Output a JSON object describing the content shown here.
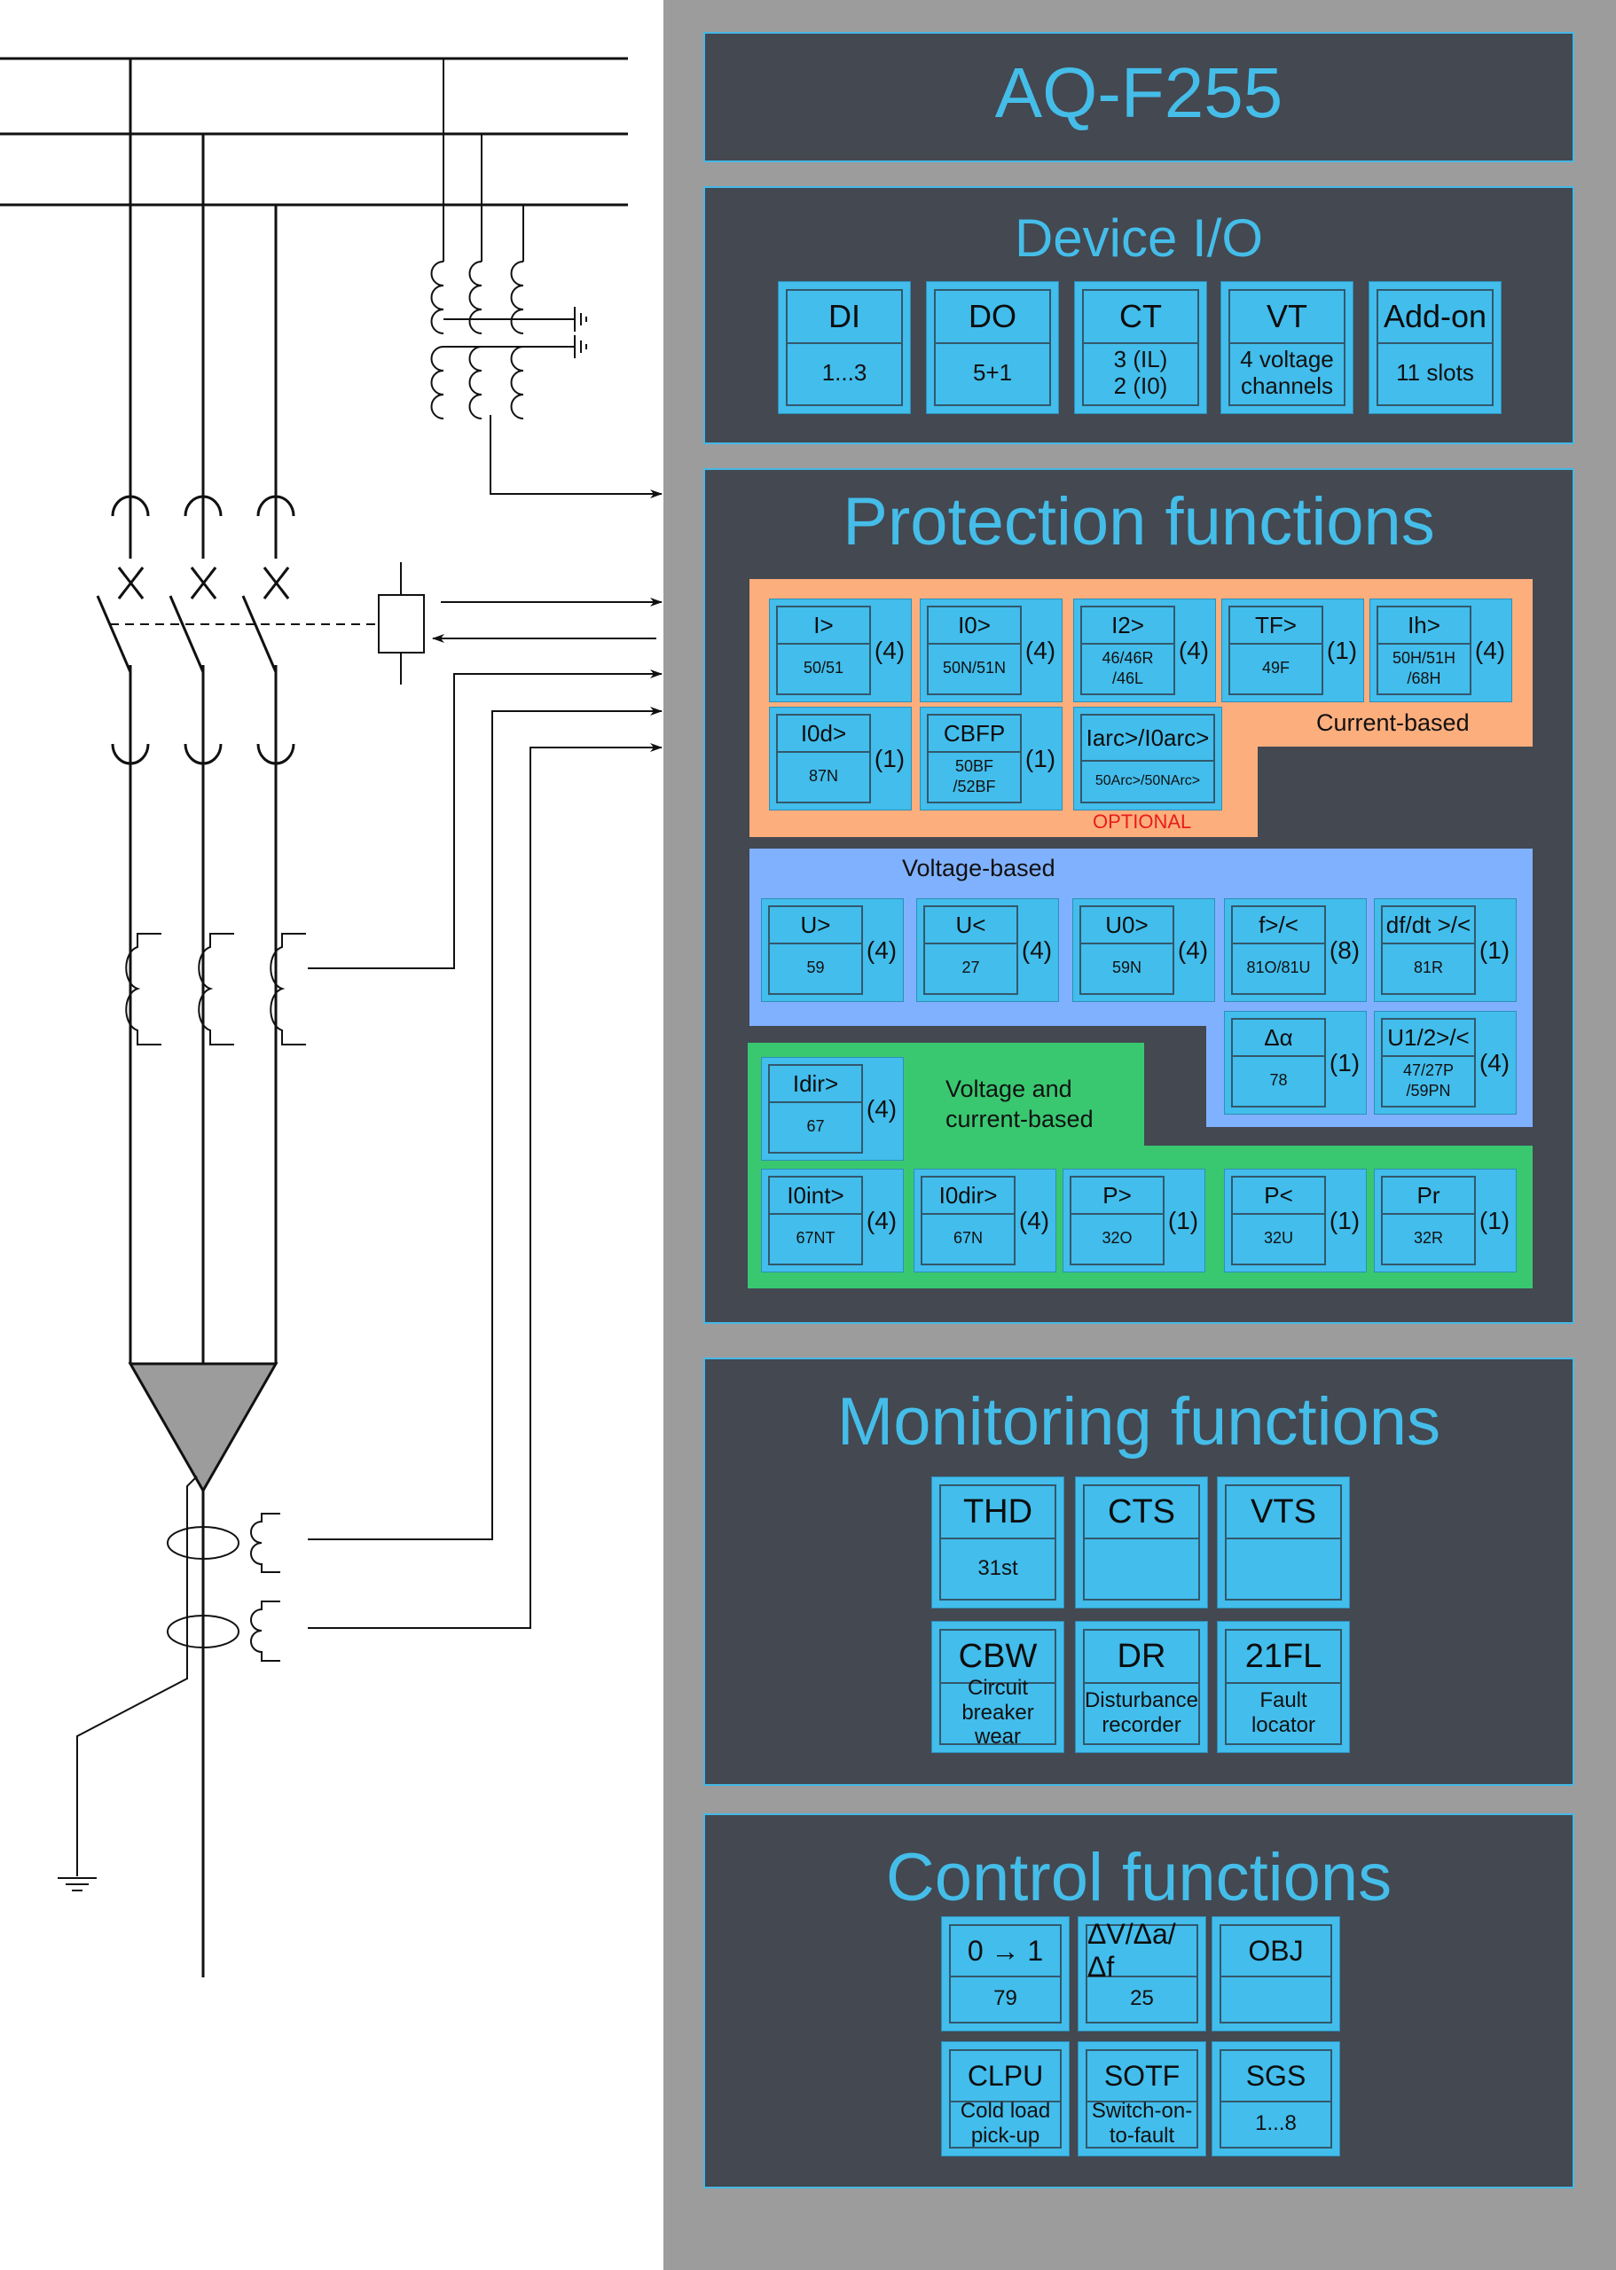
{
  "title": "AQ-F255",
  "device_io": {
    "title": "Device I/O",
    "items": [
      {
        "label": "DI",
        "value": "1...3"
      },
      {
        "label": "DO",
        "value": "5+1"
      },
      {
        "label": "CT",
        "value": "3 (IL)\n2 (I0)"
      },
      {
        "label": "VT",
        "value": "4 voltage\nchannels"
      },
      {
        "label": "Add-on",
        "value": "11 slots"
      }
    ]
  },
  "protection": {
    "title": "Protection functions",
    "current_based": {
      "label": "Current-based",
      "optional_label": "OPTIONAL",
      "functions": [
        {
          "symbol": "I>",
          "ansi": "50/51",
          "count": "(4)"
        },
        {
          "symbol": "I0>",
          "ansi": "50N/51N",
          "count": "(4)"
        },
        {
          "symbol": "I2>",
          "ansi": "46/46R\n/46L",
          "count": "(4)"
        },
        {
          "symbol": "TF>",
          "ansi": "49F",
          "count": "(1)"
        },
        {
          "symbol": "Ih>",
          "ansi": "50H/51H\n/68H",
          "count": "(4)"
        },
        {
          "symbol": "I0d>",
          "ansi": "87N",
          "count": "(1)"
        },
        {
          "symbol": "CBFP",
          "ansi": "50BF\n/52BF",
          "count": "(1)"
        },
        {
          "symbol": "Iarc>/I0arc>",
          "ansi": "50Arc>/50NArc>",
          "count": ""
        }
      ]
    },
    "voltage_based": {
      "label": "Voltage-based",
      "functions": [
        {
          "symbol": "U>",
          "ansi": "59",
          "count": "(4)"
        },
        {
          "symbol": "U<",
          "ansi": "27",
          "count": "(4)"
        },
        {
          "symbol": "U0>",
          "ansi": "59N",
          "count": "(4)"
        },
        {
          "symbol": "f>/<",
          "ansi": "81O/81U",
          "count": "(8)"
        },
        {
          "symbol": "df/dt >/<",
          "ansi": "81R",
          "count": "(1)"
        },
        {
          "symbol": "Δα",
          "ansi": "78",
          "count": "(1)"
        },
        {
          "symbol": "U1/2>/<",
          "ansi": "47/27P\n/59PN",
          "count": "(4)"
        }
      ]
    },
    "voltage_current_based": {
      "label": "Voltage and\ncurrent-based",
      "functions": [
        {
          "symbol": "Idir>",
          "ansi": "67",
          "count": "(4)"
        },
        {
          "symbol": "I0int>",
          "ansi": "67NT",
          "count": "(4)"
        },
        {
          "symbol": "I0dir>",
          "ansi": "67N",
          "count": "(4)"
        },
        {
          "symbol": "P>",
          "ansi": "32O",
          "count": "(1)"
        },
        {
          "symbol": "P<",
          "ansi": "32U",
          "count": "(1)"
        },
        {
          "symbol": "Pr",
          "ansi": "32R",
          "count": "(1)"
        }
      ]
    }
  },
  "monitoring": {
    "title": "Monitoring functions",
    "items": [
      {
        "label": "THD",
        "value": "31st"
      },
      {
        "label": "CTS",
        "value": ""
      },
      {
        "label": "VTS",
        "value": ""
      },
      {
        "label": "CBW",
        "value": "Circuit\nbreaker\nwear"
      },
      {
        "label": "DR",
        "value": "Disturbance\nrecorder"
      },
      {
        "label": "21FL",
        "value": "Fault\nlocator"
      }
    ]
  },
  "control": {
    "title": "Control functions",
    "items": [
      {
        "label": "0 → 1",
        "value": "79"
      },
      {
        "label": "ΔV/Δa/Δf",
        "value": "25"
      },
      {
        "label": "OBJ",
        "value": ""
      },
      {
        "label": "CLPU",
        "value": "Cold load\npick-up"
      },
      {
        "label": "SOTF",
        "value": "Switch-on-\nto-fault"
      },
      {
        "label": "SGS",
        "value": "1...8"
      }
    ]
  },
  "colors": {
    "panel_bg": "#434851",
    "panel_border": "#45b8e6",
    "title_text": "#45bde9",
    "tile_bg": "#42bdec",
    "current_zone": "#fdae7d",
    "voltage_zone": "#80b1ff",
    "voltage_current_zone": "#39c870",
    "optional_text": "#e81c1c",
    "outer_bg": "#9c9c9c"
  }
}
